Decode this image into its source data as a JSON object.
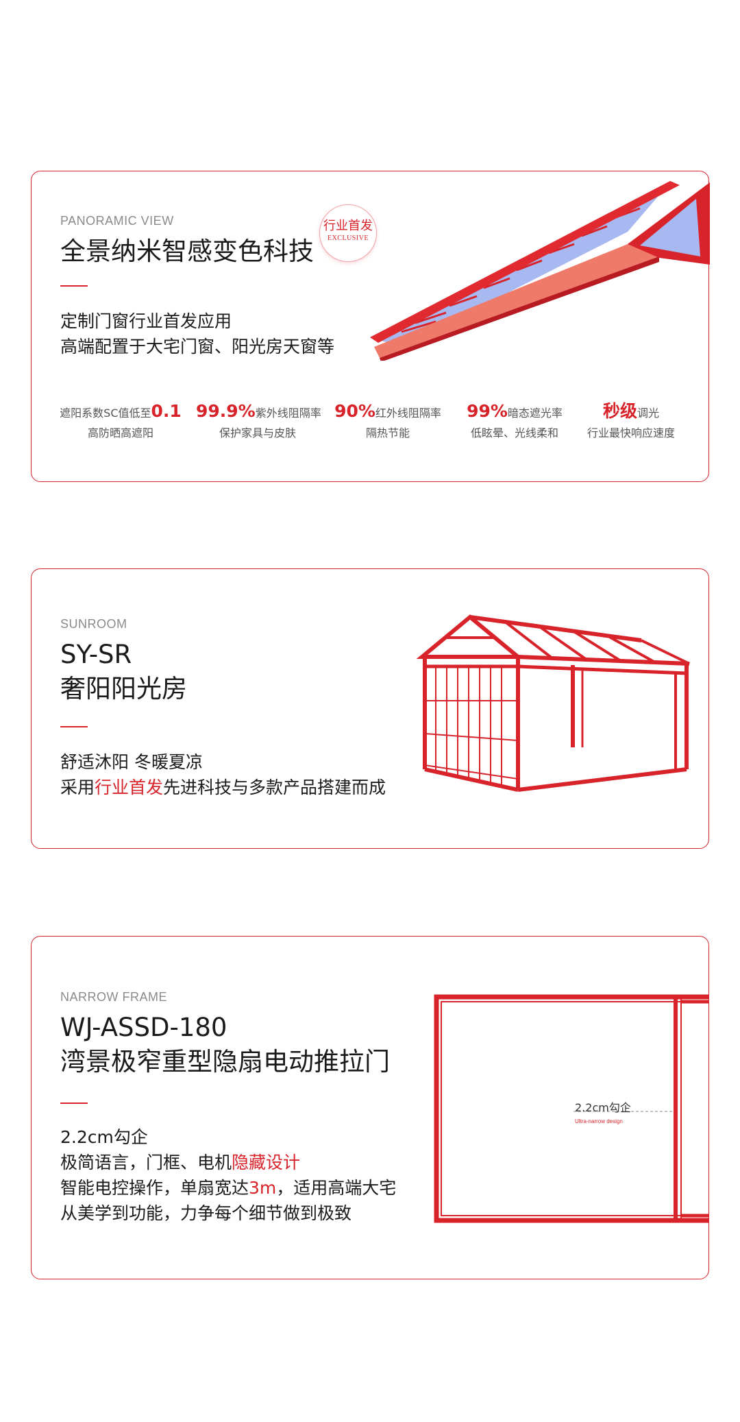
{
  "card1": {
    "eyebrow": "PANORAMIC   VIEW",
    "title": "全景纳米智感变色科技",
    "badge_cn": "行业首发",
    "badge_en": "EXCLUSIVE",
    "desc_line1": "定制门窗行业首发应用",
    "desc_line2": "高端配置于大宅门窗、阳光房天窗等",
    "stats": [
      {
        "prefix": "遮阳系数SC值低至",
        "value": "0.1",
        "suffix": "",
        "sub": "高防晒高遮阳"
      },
      {
        "prefix": "",
        "value": "99.9%",
        "suffix": "紫外线阻隔率",
        "sub": "保护家具与皮肤"
      },
      {
        "prefix": "",
        "value": "90%",
        "suffix": "红外线阻隔率",
        "sub": "隔热节能"
      },
      {
        "prefix": "",
        "value": "99%",
        "suffix": "暗态遮光率",
        "sub": "低眩晕、光线柔和"
      },
      {
        "prefix": "",
        "value": "秒级",
        "suffix": "调光",
        "sub": "行业最快响应速度"
      }
    ]
  },
  "card2": {
    "eyebrow": "SUNROOM",
    "title_line1": "SY-SR",
    "title_line2": "奢阳阳光房",
    "desc_line1": "舒适沐阳  冬暖夏凉",
    "desc_line2_a": "采用",
    "desc_line2_hl": "行业首发",
    "desc_line2_b": "先进科技与多款产品搭建而成"
  },
  "card3": {
    "eyebrow": "NARROW FRAME",
    "title_line1": "WJ-ASSD-180",
    "title_line2": "湾景极窄重型隐扇电动推拉门",
    "desc_line1": "2.2cm勾企",
    "desc_line2_a": "极简语言，门框、电机",
    "desc_line2_hl": "隐藏设计",
    "desc_line3_a": "智能电控操作，单扇宽达",
    "desc_line3_hl": "3m",
    "desc_line3_b": "，适用高端大宅",
    "desc_line4": "从美学到功能，力争每个细节做到极致",
    "callout_main": "2.2cm勾企",
    "callout_sub": "Ultra-narrow design"
  },
  "colors": {
    "accent": "#d8232a",
    "glass": "#a8b8f0"
  }
}
